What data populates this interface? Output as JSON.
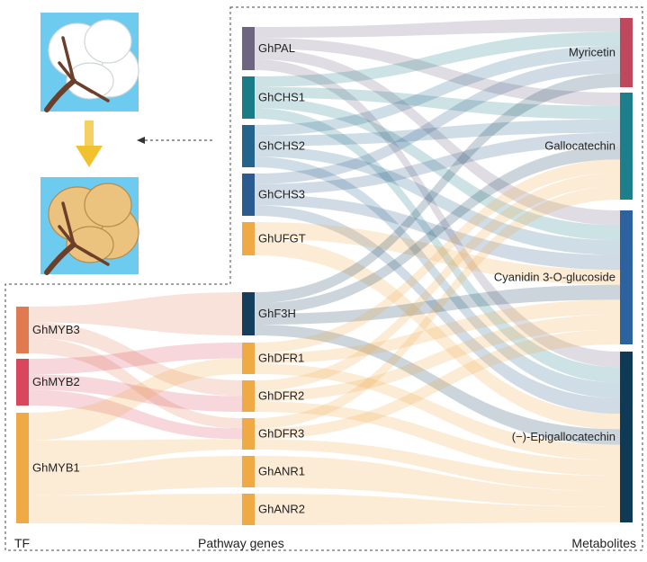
{
  "columns": {
    "tf": "TF",
    "genes": "Pathway genes",
    "metabolites": "Metabolites"
  },
  "colors": {
    "GhMYB3": "#e07a50",
    "GhMYB2": "#d9475c",
    "GhMYB1": "#f0aa45",
    "GhPAL": "#6e6580",
    "GhCHS1": "#1a7c87",
    "GhCHS2": "#24638c",
    "GhCHS3": "#2c5b8f",
    "GhUFGT": "#f0aa45",
    "GhF3H": "#143e5c",
    "GhDFR1": "#f0aa45",
    "GhDFR2": "#f0aa45",
    "GhDFR3": "#f0aa45",
    "GhANR1": "#f0aa45",
    "GhANR2": "#f0aa45",
    "Myricetin": "#c0485c",
    "Gallocatechin": "#1e7f8c",
    "Cyanidin": "#2c62a0",
    "Epigallocatechin": "#0f3a55",
    "sky": "#6dcbef",
    "arrow": "#f2c12e"
  },
  "nodes": {
    "tf": [
      {
        "id": "GhMYB3",
        "label": "GhMYB3"
      },
      {
        "id": "GhMYB2",
        "label": "GhMYB2"
      },
      {
        "id": "GhMYB1",
        "label": "GhMYB1"
      }
    ],
    "genes": [
      {
        "id": "GhPAL",
        "label": "GhPAL"
      },
      {
        "id": "GhCHS1",
        "label": "GhCHS1"
      },
      {
        "id": "GhCHS2",
        "label": "GhCHS2"
      },
      {
        "id": "GhCHS3",
        "label": "GhCHS3"
      },
      {
        "id": "GhUFGT",
        "label": "GhUFGT"
      },
      {
        "id": "GhF3H",
        "label": "GhF3H"
      },
      {
        "id": "GhDFR1",
        "label": "GhDFR1"
      },
      {
        "id": "GhDFR2",
        "label": "GhDFR2"
      },
      {
        "id": "GhDFR3",
        "label": "GhDFR3"
      },
      {
        "id": "GhANR1",
        "label": "GhANR1"
      },
      {
        "id": "GhANR2",
        "label": "GhANR2"
      }
    ],
    "metabolites": [
      {
        "id": "Myricetin",
        "label": "Myricetin"
      },
      {
        "id": "Gallocatechin",
        "label": "Gallocatechin"
      },
      {
        "id": "Cyanidin",
        "label": "Cyanidin 3-O-glucoside"
      },
      {
        "id": "Epigallocatechin",
        "label": "(−)-Epigallocatechin"
      }
    ]
  },
  "links": [
    [
      "GhMYB3",
      "GhF3H",
      1
    ],
    [
      "GhMYB3",
      "GhDFR2",
      1
    ],
    [
      "GhMYB3",
      "GhDFR3",
      1
    ],
    [
      "GhMYB2",
      "GhDFR1",
      1
    ],
    [
      "GhMYB2",
      "GhDFR2",
      1
    ],
    [
      "GhMYB2",
      "GhDFR3",
      1
    ],
    [
      "GhMYB1",
      "GhDFR1",
      1
    ],
    [
      "GhMYB1",
      "GhDFR3",
      1
    ],
    [
      "GhMYB1",
      "GhANR1",
      1
    ],
    [
      "GhMYB1",
      "GhANR2",
      1
    ],
    [
      "GhPAL",
      "Myricetin",
      1
    ],
    [
      "GhPAL",
      "Gallocatechin",
      1
    ],
    [
      "GhPAL",
      "Cyanidin",
      1
    ],
    [
      "GhPAL",
      "Epigallocatechin",
      1
    ],
    [
      "GhCHS1",
      "Myricetin",
      1
    ],
    [
      "GhCHS1",
      "Gallocatechin",
      1
    ],
    [
      "GhCHS1",
      "Cyanidin",
      1
    ],
    [
      "GhCHS1",
      "Epigallocatechin",
      1
    ],
    [
      "GhCHS2",
      "Myricetin",
      1
    ],
    [
      "GhCHS2",
      "Gallocatechin",
      1
    ],
    [
      "GhCHS2",
      "Cyanidin",
      1
    ],
    [
      "GhCHS2",
      "Epigallocatechin",
      1
    ],
    [
      "GhCHS3",
      "Myricetin",
      1
    ],
    [
      "GhCHS3",
      "Gallocatechin",
      1
    ],
    [
      "GhCHS3",
      "Cyanidin",
      1
    ],
    [
      "GhCHS3",
      "Epigallocatechin",
      1
    ],
    [
      "GhUFGT",
      "Cyanidin",
      1
    ],
    [
      "GhUFGT",
      "Epigallocatechin",
      1
    ],
    [
      "GhF3H",
      "Myricetin",
      1
    ],
    [
      "GhF3H",
      "Gallocatechin",
      1
    ],
    [
      "GhF3H",
      "Cyanidin",
      1
    ],
    [
      "GhF3H",
      "Epigallocatechin",
      1
    ],
    [
      "GhDFR1",
      "Gallocatechin",
      1
    ],
    [
      "GhDFR1",
      "Cyanidin",
      1
    ],
    [
      "GhDFR1",
      "Epigallocatechin",
      1
    ],
    [
      "GhDFR2",
      "Gallocatechin",
      1
    ],
    [
      "GhDFR2",
      "Cyanidin",
      1
    ],
    [
      "GhDFR2",
      "Epigallocatechin",
      1
    ],
    [
      "GhDFR3",
      "Gallocatechin",
      1
    ],
    [
      "GhDFR3",
      "Cyanidin",
      1
    ],
    [
      "GhDFR3",
      "Epigallocatechin",
      1
    ],
    [
      "GhANR1",
      "Epigallocatechin",
      1
    ],
    [
      "GhANR2",
      "Epigallocatechin",
      1
    ]
  ]
}
